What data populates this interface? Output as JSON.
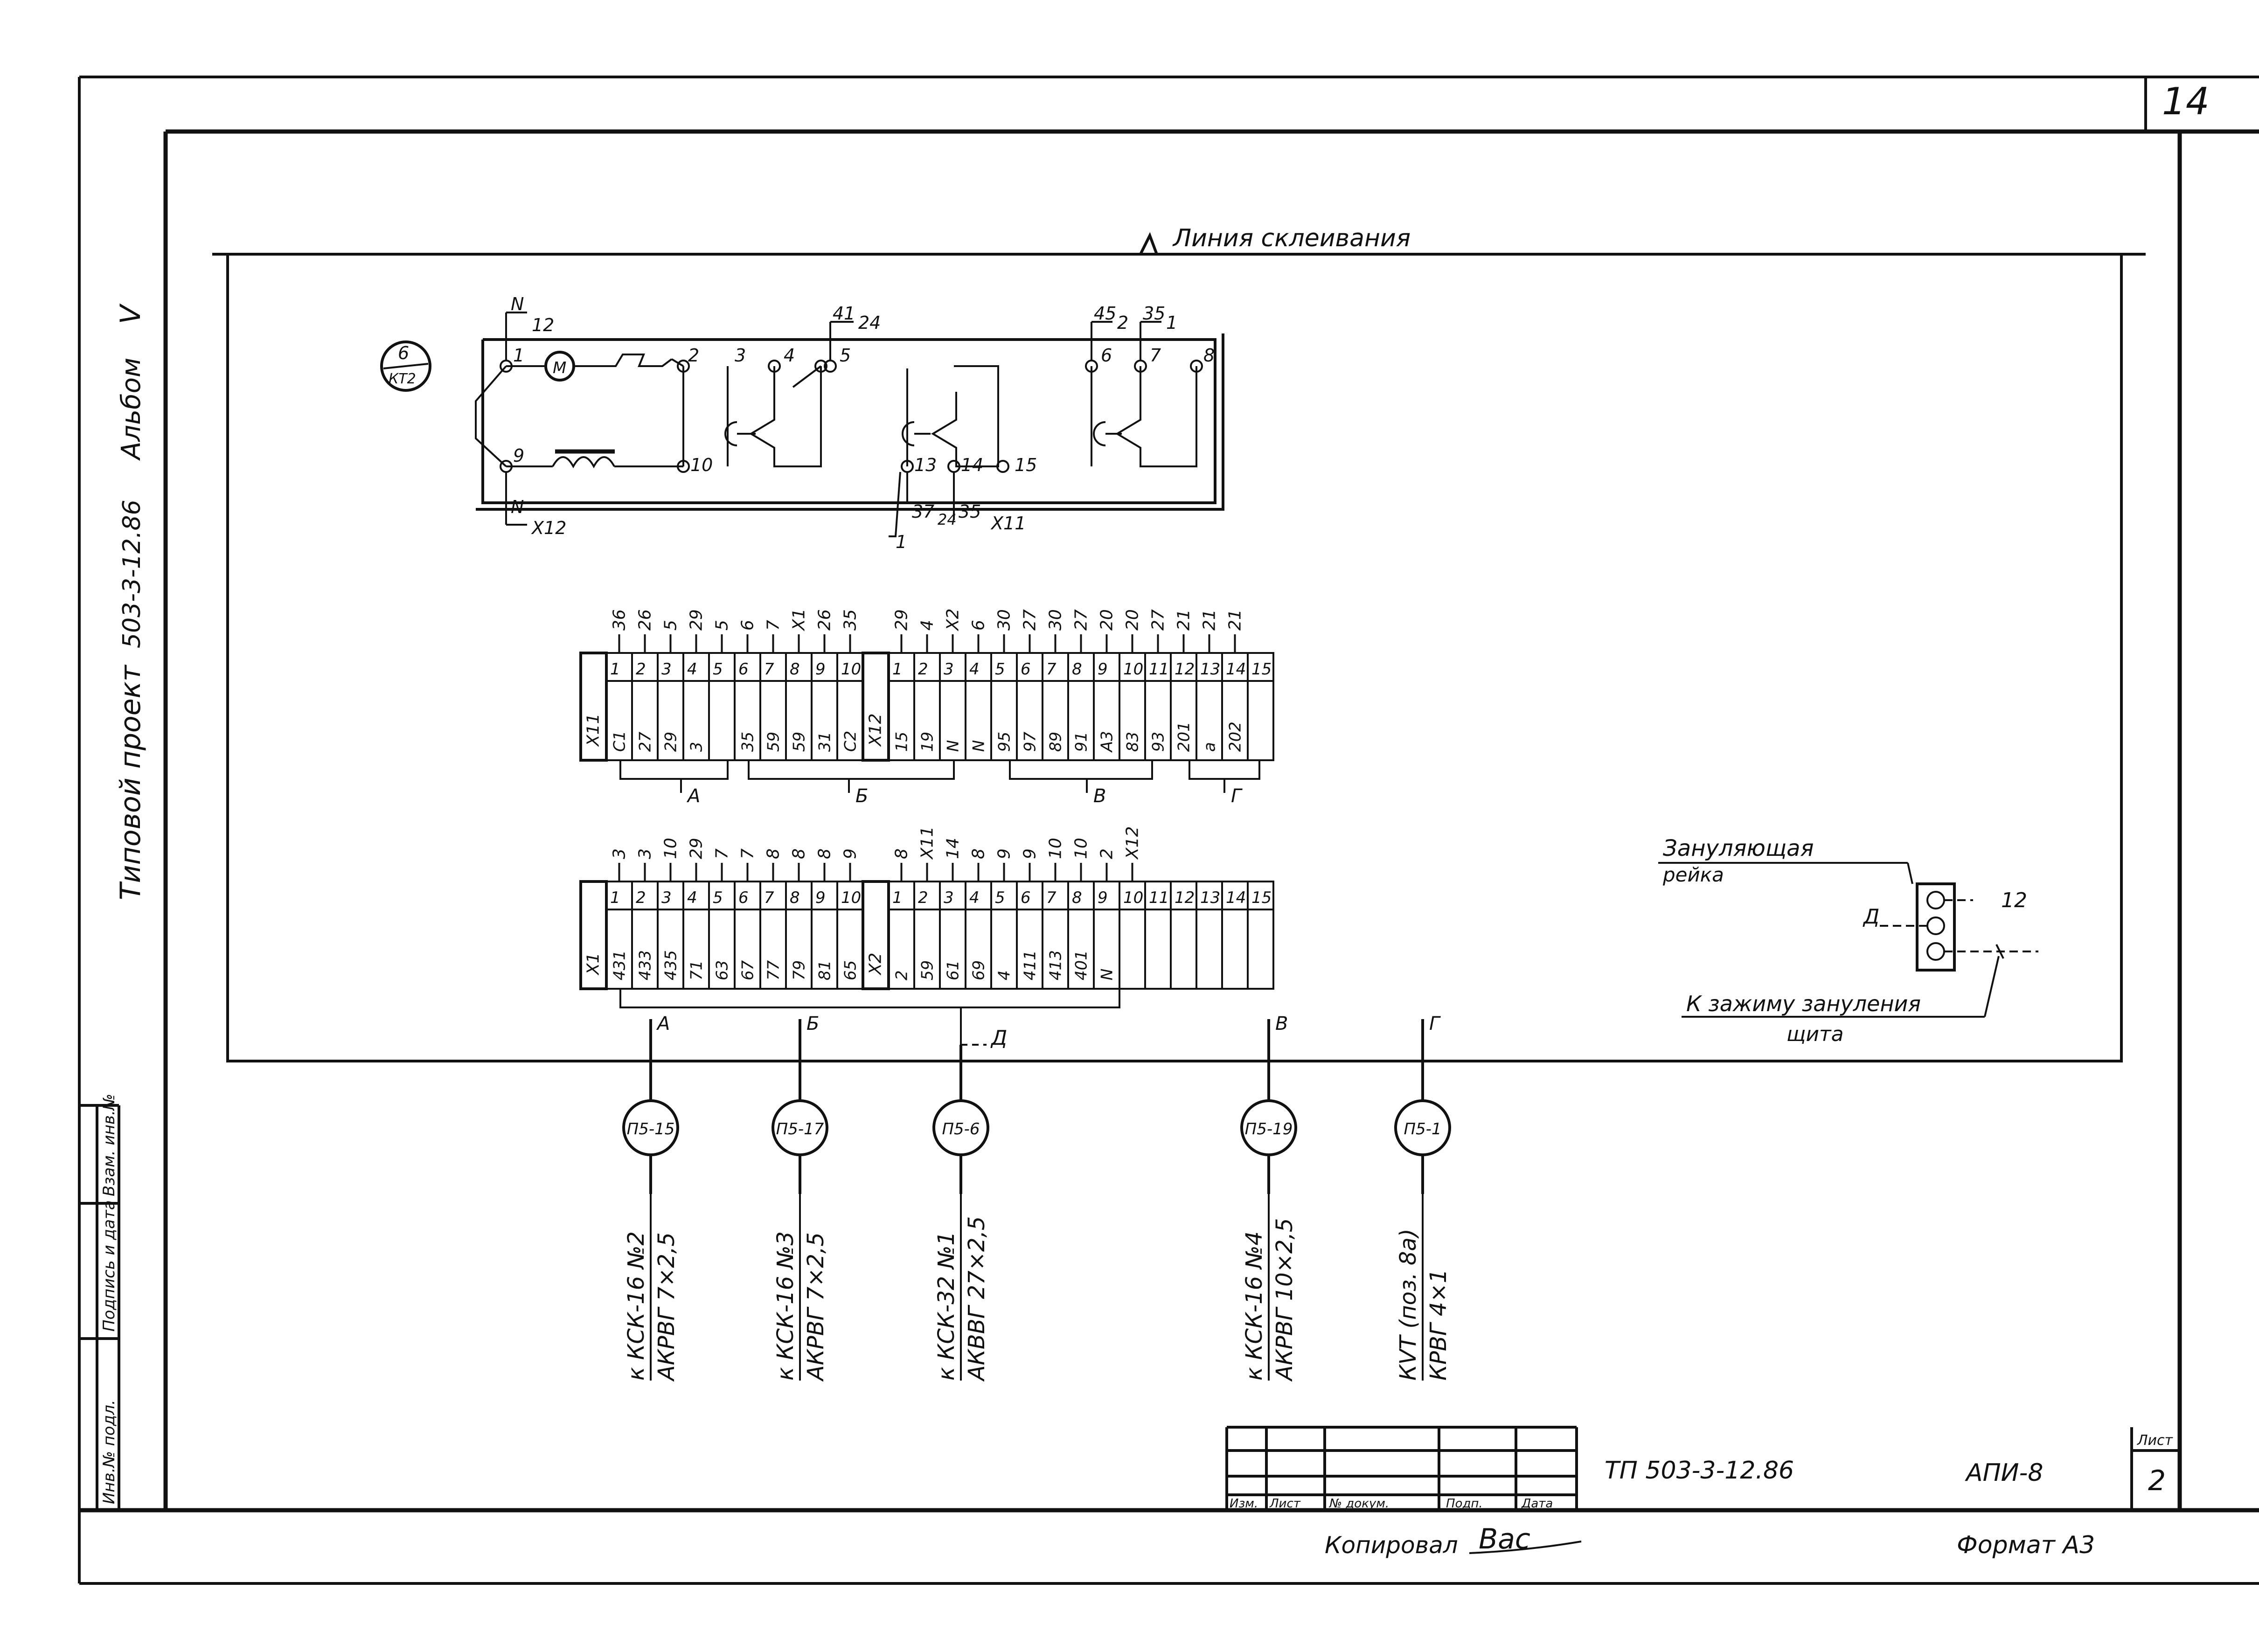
{
  "page_number": "14",
  "gluing_line": "Линия склеивания",
  "side": {
    "title_prefix": "Типовой проект",
    "project": "503-3-12.86",
    "album_prefix": "Альбом",
    "album": "V"
  },
  "stamp_side": [
    "Инв.№ подл.",
    "Подпись и дата",
    "Взам. инв.№"
  ],
  "device": {
    "id_top": "6",
    "id_bottom": "КТ2",
    "terminals": [
      "1",
      "2",
      "3",
      "4",
      "5",
      "6",
      "7",
      "8",
      "9",
      "10",
      "13",
      "14",
      "15"
    ],
    "wires": {
      "t1_top": "N",
      "t1_top_n": "12",
      "t9_bot": "N",
      "t9_bot_n": "Х12",
      "t5_a": "41",
      "t5_b": "24",
      "t6_a": "45",
      "t6_b": "2",
      "t7_a": "35",
      "t7_b": "1",
      "t13_a": "1",
      "t13_b": "37",
      "t13_c": "24",
      "t14_a": "35",
      "t14_b": "Х11"
    },
    "motor": "М"
  },
  "strip_upper": {
    "blocks": [
      {
        "label": "Х11",
        "nums": [
          "1",
          "2",
          "3",
          "4",
          "5",
          "6",
          "7",
          "8",
          "9",
          "10"
        ],
        "top": [
          "36",
          "26",
          "5",
          "29",
          "5",
          "6",
          "7",
          "Х1",
          "26",
          "35"
        ],
        "bottom": [
          "С1",
          "27",
          "29",
          "3",
          "",
          "35",
          "59",
          "59",
          "31",
          "С2"
        ]
      },
      {
        "label": "Х12",
        "nums": [
          "1",
          "2",
          "3",
          "4"
        ],
        "top": [
          "29",
          "4",
          "Х2",
          "6"
        ],
        "bottom": [
          "15",
          "19",
          "N",
          "N"
        ]
      },
      {
        "label": "",
        "nums": [
          "5",
          "6",
          "7",
          "8",
          "9",
          "10",
          "11",
          "12",
          "13",
          "14",
          "15"
        ],
        "top": [
          "30",
          "27",
          "30",
          "27",
          "20",
          "20",
          "27",
          "21",
          "21",
          "21",
          ""
        ],
        "bottom": [
          "95",
          "97",
          "89",
          "91",
          "А3",
          "83",
          "93",
          "201",
          "а",
          "202",
          ""
        ]
      }
    ],
    "groups": [
      "А",
      "Б",
      "В",
      "Г"
    ]
  },
  "strip_lower": {
    "blocks": [
      {
        "label": "Х1",
        "nums": [
          "1",
          "2",
          "3",
          "4",
          "5",
          "6",
          "7",
          "8",
          "9",
          "10"
        ],
        "top": [
          "3",
          "3",
          "10",
          "29",
          "7",
          "7",
          "8",
          "8",
          "8",
          "9"
        ],
        "bottom": [
          "431",
          "433",
          "435",
          "71",
          "63",
          "67",
          "77",
          "79",
          "81",
          "65"
        ]
      },
      {
        "label": "Х2",
        "nums": [
          "1",
          "2",
          "3",
          "4",
          "5",
          "6",
          "7",
          "8",
          "9",
          "10",
          "11",
          "12",
          "13",
          "14",
          "15"
        ],
        "top": [
          "8",
          "Х11",
          "14",
          "8",
          "9",
          "9",
          "10",
          "10",
          "2",
          "Х12",
          "",
          "",
          "",
          "",
          ""
        ],
        "bottom": [
          "2",
          "59",
          "61",
          "69",
          "4",
          "411",
          "413",
          "401",
          "N",
          "",
          "",
          "",
          "",
          "",
          ""
        ]
      }
    ],
    "tap_d": "Д"
  },
  "bus": {
    "title_line1": "Зануляющая",
    "title_line2": "рейка",
    "mark": "Д",
    "wire": "12",
    "clamp_line1": "К зажиму зануления",
    "clamp_line2": "щита"
  },
  "cables": [
    {
      "group": "А",
      "id": "П5-15",
      "line1": "к КСК-16 №2",
      "line2": "АКРВГ 7×2,5"
    },
    {
      "group": "Б",
      "id": "П5-17",
      "line1": "к КСК-16 №3",
      "line2": "АКРВГ 7×2,5"
    },
    {
      "group": "Д",
      "id": "П5-6",
      "line1": "к КСК-32 №1",
      "line2": "АКВВГ 27×2,5"
    },
    {
      "group": "В",
      "id": "П5-19",
      "line1": "к КСК-16 №4",
      "line2": "АКРВГ 10×2,5"
    },
    {
      "group": "Г",
      "id": "П5-1",
      "line1": "КVТ (поз. 8а)",
      "line2": "КРВГ 4×1"
    }
  ],
  "title_block": {
    "cols": [
      "Изм.",
      "Лист",
      "№ докум.",
      "Подп.",
      "Дата"
    ],
    "doc": "ТП 503-3-12.86",
    "code": "АПИ-8",
    "sheet_label": "Лист",
    "sheet": "2"
  },
  "copied": "Копировал",
  "signature": "Вас",
  "format": "Формат А3"
}
